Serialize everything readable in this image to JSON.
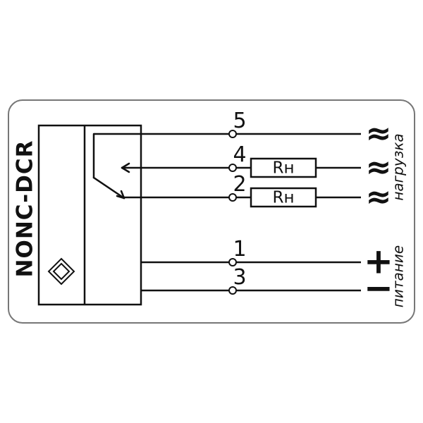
{
  "diagram": {
    "model": "NONC-DCR",
    "terminals": [
      {
        "number": "5"
      },
      {
        "number": "4"
      },
      {
        "number": "2"
      },
      {
        "number": "1"
      },
      {
        "number": "3"
      }
    ],
    "resistors": [
      {
        "label": "Rн"
      },
      {
        "label": "Rн"
      }
    ],
    "ac_symbol": "≈",
    "plus_label": "+",
    "minus_label": "−",
    "load_label": "нагрузка",
    "power_label": "питание",
    "colors": {
      "line": "#111111",
      "frame": "#777777",
      "background": "#ffffff"
    }
  }
}
